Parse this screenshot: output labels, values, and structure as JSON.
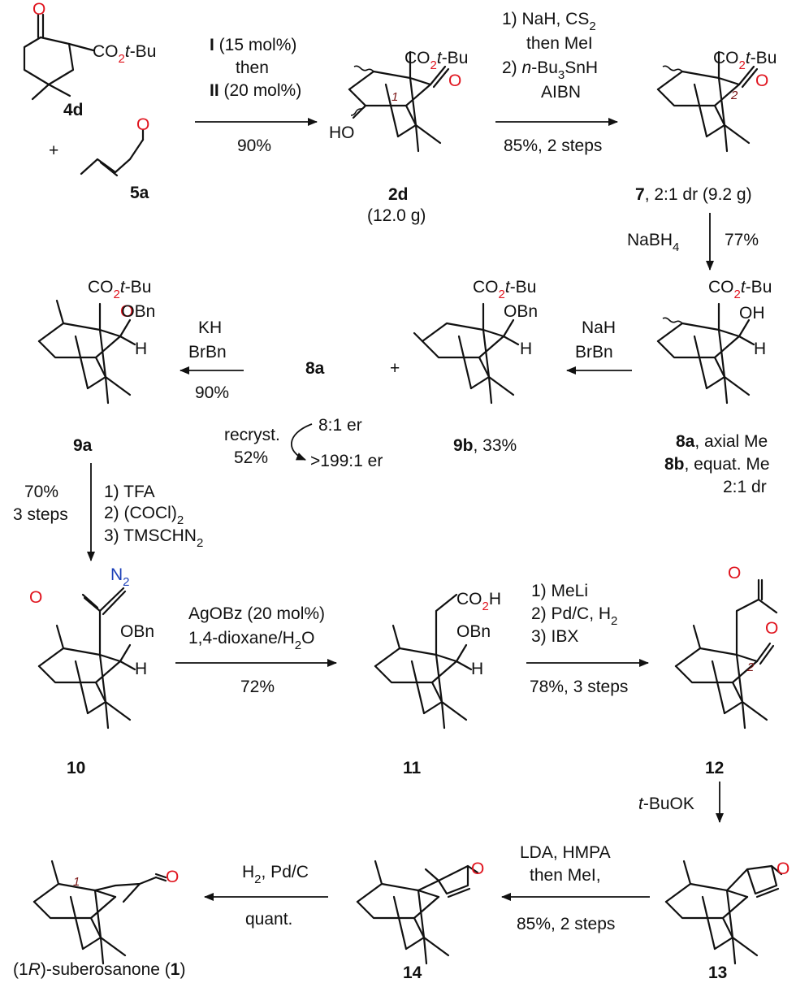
{
  "compounds": {
    "c4d": "4d",
    "c5a": "5a",
    "c2d": "2d",
    "c2d_yield": "(12.0 g)",
    "c7": "7",
    "c7_detail": ", 2:1 dr (9.2 g)",
    "c9a": "9a",
    "c8a_mid": "8a",
    "c9b": "9b",
    "c9b_detail": ", 33%",
    "c8a": "8a",
    "c8a_detail": ", axial Me",
    "c8b": "8b",
    "c8b_detail": ", equat. Me",
    "c8_dr": "2:1 dr",
    "c10": "10",
    "c11": "11",
    "c12": "12",
    "c13": "13",
    "c14": "14",
    "c1_name_a": "(1",
    "c1_name_R": "R",
    "c1_name_b": ")-suberosanone (",
    "c1_name_num": "1",
    "c1_name_c": ")"
  },
  "labels": {
    "O": "O",
    "CO2": "CO",
    "sub2": "2",
    "tBu_t": "t",
    "tBu": "-Bu",
    "plus": "+",
    "HO": "HO",
    "OH": "OH",
    "H": "H",
    "OBn": "OBn",
    "N2": "N",
    "CO2H": "CO",
    "CO2H_H": "H",
    "pos1": "1",
    "pos2": "2"
  },
  "steps": {
    "s1_cat1": "I",
    "s1_cat1_amt": " (15 mol%)",
    "s1_then": "then",
    "s1_cat2": "II",
    "s1_cat2_amt": " (20 mol%)",
    "s1_yield": "90%",
    "s2_line1": "1) NaH, CS",
    "s2_line1_sub": "2",
    "s2_line2": "then MeI",
    "s2_line3a": "2) ",
    "s2_line3n": "n",
    "s2_line3b": "-Bu",
    "s2_line3sub": "3",
    "s2_line3c": "SnH",
    "s2_line4": "AIBN",
    "s2_yield": "85%, 2 steps",
    "s3_reagent": "NaBH",
    "s3_sub": "4",
    "s3_yield": "77%",
    "s4_line1": "NaH",
    "s4_line2": "BrBn",
    "s5_line1": "KH",
    "s5_line2": "BrBn",
    "s5_yield": "90%",
    "recryst": "recryst.",
    "recryst_yield": "52%",
    "er_before": "8:1 er",
    "er_after": ">199:1 er",
    "s6_yield": "70%",
    "s6_steps": "3 steps",
    "s6_line1": "1) TFA",
    "s6_line2": "2) (COCl)",
    "s6_line2_sub": "2",
    "s6_line3": "3) TMSCHN",
    "s6_line3_sub": "2",
    "s7_line1": "AgOBz (20 mol%)",
    "s7_line2": "1,4-dioxane/H",
    "s7_line2_sub": "2",
    "s7_line2_end": "O",
    "s7_yield": "72%",
    "s8_line1": "1) MeLi",
    "s8_line2": "2) Pd/C, H",
    "s8_line2_sub": "2",
    "s8_line3": "3) IBX",
    "s8_yield": "78%, 3 steps",
    "s9_reagent_t": "t",
    "s9_reagent": "-BuOK",
    "s10_line1": "LDA, HMPA",
    "s10_line2": "then MeI,",
    "s10_yield": "85%, 2 steps",
    "s11_line1": "H",
    "s11_line1_sub": "2",
    "s11_line1_end": ", Pd/C",
    "s11_yield": "quant."
  },
  "colors": {
    "oxygen": "#e0141e",
    "nitrogen": "#1b3fb8",
    "bond": "#111111",
    "locant": "#7a1414"
  }
}
